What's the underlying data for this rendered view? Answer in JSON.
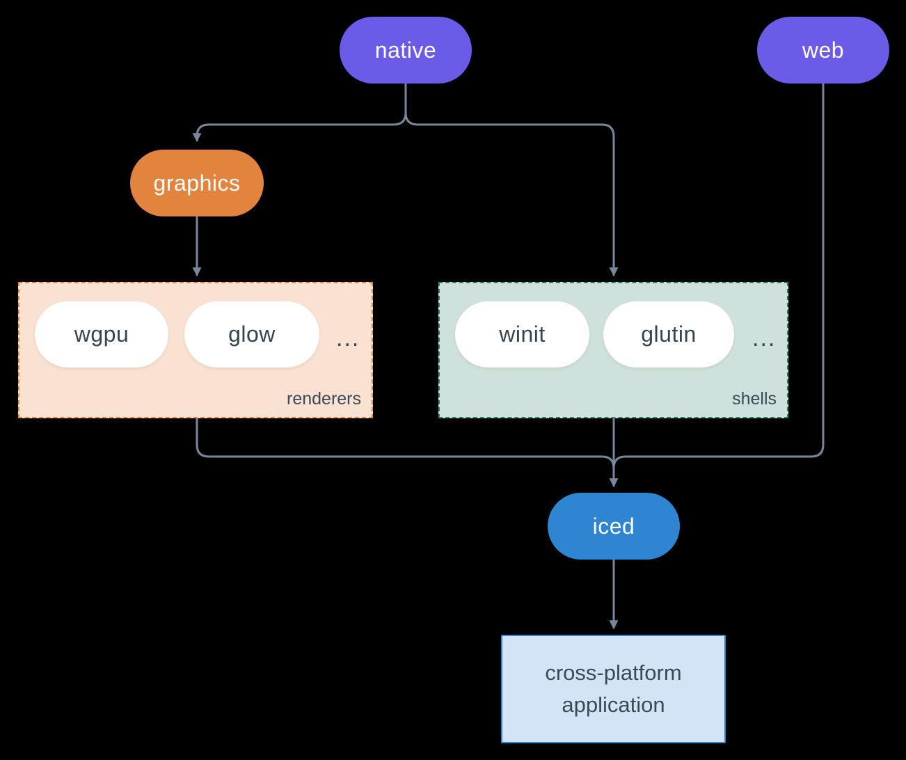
{
  "diagram": {
    "nodes": {
      "native": {
        "label": "native"
      },
      "web": {
        "label": "web"
      },
      "graphics": {
        "label": "graphics"
      },
      "iced": {
        "label": "iced"
      },
      "application": {
        "label": "cross-platform application"
      }
    },
    "groups": {
      "renderers": {
        "label": "renderers",
        "items": [
          "wgpu",
          "glow"
        ],
        "ellipsis": "..."
      },
      "shells": {
        "label": "shells",
        "items": [
          "winit",
          "glutin"
        ],
        "ellipsis": "..."
      }
    },
    "edges": [
      {
        "from": "native",
        "to": "graphics"
      },
      {
        "from": "native",
        "to": "shells"
      },
      {
        "from": "graphics",
        "to": "renderers"
      },
      {
        "from": "renderers",
        "to": "iced"
      },
      {
        "from": "shells",
        "to": "iced"
      },
      {
        "from": "web",
        "to": "iced"
      },
      {
        "from": "iced",
        "to": "cross-platform application"
      }
    ],
    "colors": {
      "background": "#000000",
      "purple": "#6b5ce8",
      "orange": "#e2843e",
      "blue": "#2e86d3",
      "pill_bg": "#ffffff",
      "renderers_bg": "#f9e2d2",
      "renderers_border": "#e2853f",
      "shells_bg": "#cfe1dc",
      "shells_border": "#317f6f",
      "app_bg": "#d4e4f7",
      "app_border": "#2e86d3",
      "line": "#78879b",
      "dark_text": "#3b4a56",
      "white_text": "#ffffff"
    }
  }
}
